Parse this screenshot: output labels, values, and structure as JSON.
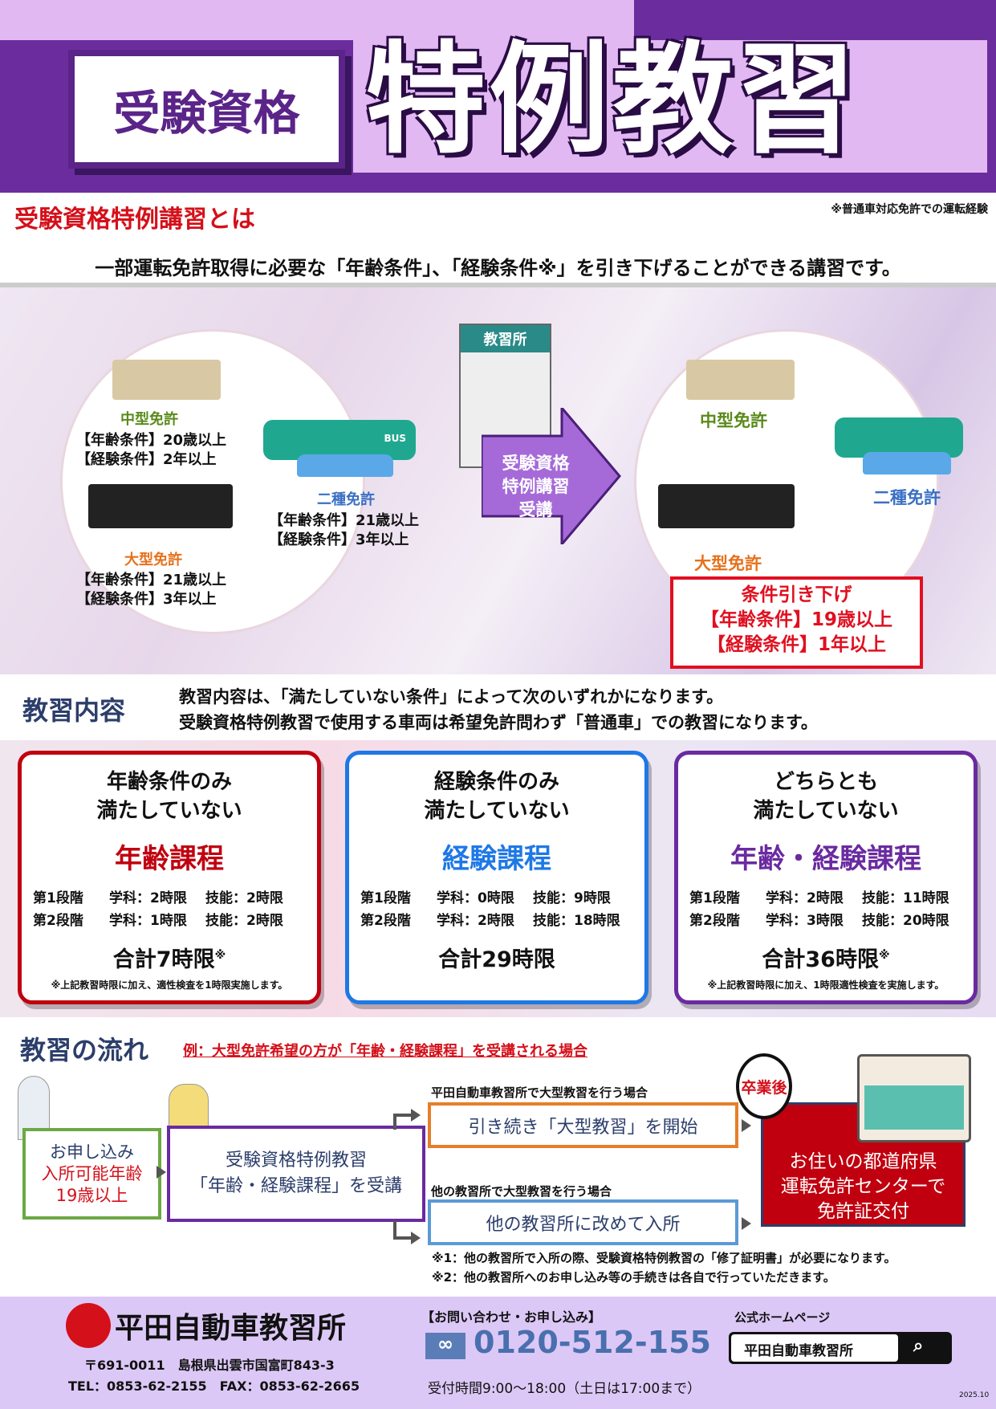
{
  "header": {
    "badge": "受験資格",
    "title": "特例教習"
  },
  "intro": {
    "heading": "受験資格特例講習とは",
    "footnote": "※普通車対応免許での運転経験",
    "sentence": "一部運転免許取得に必要な「年齢条件」、「経験条件※」を引き下げることができる講習です。"
  },
  "illustration": {
    "before": {
      "medium": {
        "name": "中型免許",
        "age": "【年齢条件】20歳以上",
        "exp": "【経験条件】2年以上"
      },
      "second": {
        "name": "二種免許",
        "age": "【年齢条件】21歳以上",
        "exp": "【経験条件】3年以上"
      },
      "large": {
        "name": "大型免許",
        "age": "【年齢条件】21歳以上",
        "exp": "【経験条件】3年以上"
      }
    },
    "school_sign": "教習所",
    "bus_text": "BUS",
    "arrow": [
      "受験資格",
      "特例講習",
      "受講"
    ],
    "after": {
      "medium": "中型免許",
      "second": "二種免許",
      "large": "大型免許",
      "box_title": "条件引き下げ",
      "age": "【年齢条件】19歳以上",
      "exp": "【経験条件】1年以上"
    }
  },
  "content": {
    "heading": "教習内容",
    "line1": "教習内容は、「満たしていない条件」によって次のいずれかになります。",
    "line2": "受験資格特例教習で使用する車両は希望免許問わず「普通車」での教習になります。",
    "cards": [
      {
        "t1": "年齢条件のみ",
        "t2": "満たしていない",
        "course": "年齢課程",
        "color": "#c0000f",
        "r1": [
          "第1段階",
          "学科：2時限",
          "技能：2時限"
        ],
        "r2": [
          "第2段階",
          "学科：1時限",
          "技能：2時限"
        ],
        "total": "合計7時限",
        "mark": "※",
        "note": "※上記教習時限に加え、適性検査を1時限実施します。"
      },
      {
        "t1": "経験条件のみ",
        "t2": "満たしていない",
        "course": "経験課程",
        "color": "#1e78e6",
        "r1": [
          "第1段階",
          "学科：0時限",
          "技能：9時限"
        ],
        "r2": [
          "第2段階",
          "学科：2時限",
          "技能：18時限"
        ],
        "total": "合計29時限",
        "mark": "",
        "note": ""
      },
      {
        "t1": "どちらとも",
        "t2": "満たしていない",
        "course": "年齢・経験課程",
        "color": "#6a2aa0",
        "r1": [
          "第1段階",
          "学科：2時限",
          "技能：11時限"
        ],
        "r2": [
          "第2段階",
          "学科：3時限",
          "技能：20時限"
        ],
        "total": "合計36時限",
        "mark": "※",
        "note": "※上記教習時限に加え、1時限適性検査を実施します。"
      }
    ]
  },
  "flow": {
    "heading": "教習の流れ",
    "example": "例：大型免許希望の方が「年齢・経験課程」を受講される場合",
    "apply": {
      "l1": "お申し込み",
      "l2": "入所可能年齢",
      "l3": "19歳以上"
    },
    "take": {
      "l1": "受験資格特例教習",
      "l2": "「年齢・経験課程」を受講"
    },
    "caseA": {
      "label": "平田自動車教習所で大型教習を行う場合",
      "box": "引き続き「大型教習」を開始"
    },
    "caseB": {
      "label": "他の教習所で大型教習を行う場合",
      "box": "他の教習所に改めて入所"
    },
    "grad": "卒業後",
    "final": {
      "l1": "お住いの都道府県",
      "l2": "運転免許センターで",
      "l3": "免許証交付"
    },
    "notes": [
      "※1：他の教習所で入所の際、受験資格特例教習の「修了証明書」が必要になります。",
      "※2：他の教習所へのお申し込み等の手続きは各自で行っていただきます。"
    ]
  },
  "footer": {
    "school": "平田自動車教習所",
    "address": "〒691-0011　島根県出雲市国富町843-3",
    "telfax": "TEL：0853-62-2155　FAX：0853-62-2665",
    "contact_label": "【お問い合わせ・お申し込み】",
    "freedial": "0120-512-155",
    "hours": "受付時間9:00～18:00（土日は17:00まで）",
    "hp_label": "公式ホームページ",
    "search_text": "平田自動車教習所",
    "date": "2025.10"
  },
  "colors": {
    "purple": "#6b2d9e",
    "red": "#d4101a",
    "lavender": "#dcc8f6"
  }
}
